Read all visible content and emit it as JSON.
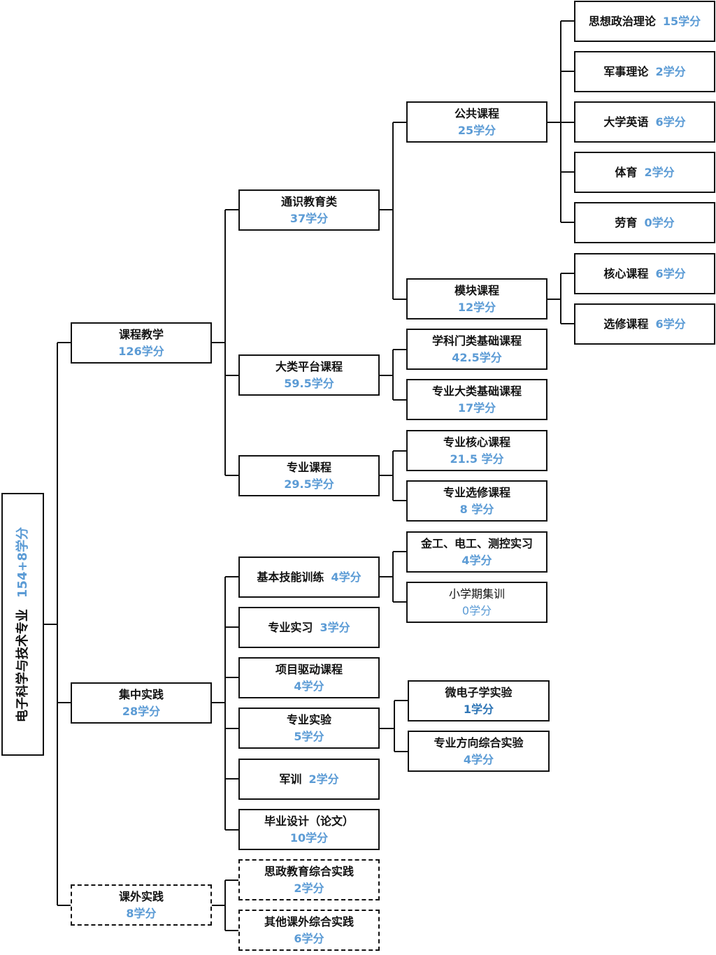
{
  "root": {
    "title": "电子科学与技术专业",
    "credits": "154+8学分"
  },
  "course_teaching": {
    "title": "课程教学",
    "credits": "126学分",
    "general": {
      "title": "通识教育类",
      "credits": "37学分",
      "public": {
        "title": "公共课程",
        "credits": "25学分",
        "items": [
          {
            "title": "思想政治理论",
            "credits": "15学分"
          },
          {
            "title": "军事理论",
            "credits": "2学分"
          },
          {
            "title": "大学英语",
            "credits": "6学分"
          },
          {
            "title": "体育",
            "credits": "2学分"
          },
          {
            "title": "劳育",
            "credits": "0学分"
          }
        ]
      },
      "module": {
        "title": "模块课程",
        "credits": "12学分",
        "items": [
          {
            "title": "核心课程",
            "credits": "6学分"
          },
          {
            "title": "选修课程",
            "credits": "6学分"
          }
        ]
      }
    },
    "platform": {
      "title": "大类平台课程",
      "credits": "59.5学分",
      "items": [
        {
          "title": "学科门类基础课程",
          "credits": "42.5学分"
        },
        {
          "title": "专业大类基础课程",
          "credits": "17学分"
        }
      ]
    },
    "major": {
      "title": "专业课程",
      "credits": "29.5学分",
      "items": [
        {
          "title": "专业核心课程",
          "credits": "21.5 学分"
        },
        {
          "title": "专业选修课程",
          "credits": "8 学分"
        }
      ]
    }
  },
  "practice": {
    "title": "集中实践",
    "credits": "28学分",
    "basic": {
      "title": "基本技能训练",
      "credits": "4学分",
      "items": [
        {
          "title": "金工、电工、测控实习",
          "credits": "4学分"
        },
        {
          "title": "小学期集训",
          "credits": "0学分"
        }
      ]
    },
    "internship": {
      "title": "专业实习",
      "credits": "3学分"
    },
    "project": {
      "title": "项目驱动课程",
      "credits": "4学分"
    },
    "experiment": {
      "title": "专业实验",
      "credits": "5学分",
      "items": [
        {
          "title": "微电子学实验",
          "credits": "1学分"
        },
        {
          "title": "专业方向综合实验",
          "credits": "4学分"
        }
      ]
    },
    "military": {
      "title": "军训",
      "credits": "2学分"
    },
    "thesis": {
      "title": "毕业设计（论文）",
      "credits": "10学分"
    }
  },
  "extracurricular": {
    "title": "课外实践",
    "credits": "8学分",
    "items": [
      {
        "title": "思政教育综合实践",
        "credits": "2学分"
      },
      {
        "title": "其他课外综合实践",
        "credits": "6学分"
      }
    ]
  }
}
